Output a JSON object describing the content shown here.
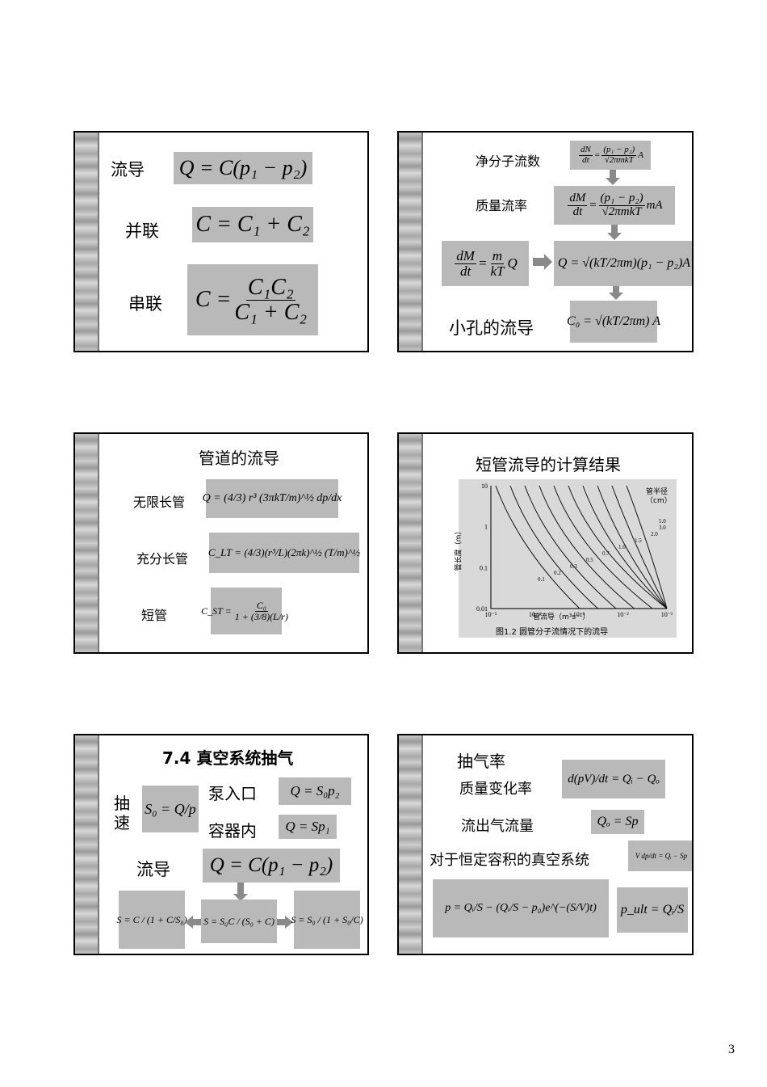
{
  "page_number": "3",
  "slide1": {
    "row1_label": "流导",
    "row1_formula": "Q = C(p₁ − p₂)",
    "row2_label": "并联",
    "row2_formula": "C = C₁ + C₂",
    "row3_label": "串联",
    "row3_lhs": "C =",
    "row3_num": "C₁C₂",
    "row3_den": "C₁ + C₂"
  },
  "slide2": {
    "label1": "净分子流数",
    "f1_lhs_num": "dN",
    "f1_lhs_den": "dt",
    "f1_num": "(p₁ − p₂)",
    "f1_den": "√2πmkT",
    "f1_tail": "A",
    "label2": "质量流率",
    "f2_lhs_num": "dM",
    "f2_lhs_den": "dt",
    "f2_num": "(p₁ − p₂)",
    "f2_den": "√2πmkT",
    "f2_tail": "mA",
    "f3_lhs_num": "dM",
    "f3_lhs_den": "dt",
    "f3_num": "m",
    "f3_den": "kT",
    "f3_tail": "Q",
    "f4": "Q = √(kT/2πm)(p₁ − p₂)A",
    "label5": "小孔的流导",
    "f5": "C₀ = √(kT/2πm) A"
  },
  "slide3": {
    "title": "管道的流导",
    "label1": "无限长管",
    "f1": "Q = (4/3) r³ (3πkT/m)^½ dp/dx",
    "label2": "充分长管",
    "f2": "C_LT = (4/3)(r³/L)(2πk)^½ (T/m)^½",
    "label3": "短管",
    "f3_lhs": "C_ST =",
    "f3_num": "C₀",
    "f3_den": "1 + (3/8)(L/r)"
  },
  "slide4": {
    "title": "短管流导的计算结果",
    "caption": "图1.2  圆管分子流情况下的流导",
    "xlabel": "管流导（m³s⁻¹）",
    "ylabel": "管长度（m）",
    "legend_title": "管半径",
    "legend_unit": "（cm）"
  },
  "chart_data": {
    "type": "line",
    "title": "短管流导的计算结果",
    "xlabel": "管流导（m³s⁻¹）",
    "ylabel": "管长度（m）",
    "x_ticks": [
      "10⁻⁵",
      "10⁻⁴",
      "10⁻³",
      "10⁻²",
      "10⁻¹"
    ],
    "y_ticks": [
      "10",
      "1",
      "0.1",
      "0.01"
    ],
    "log_x": true,
    "log_y": true,
    "series": [
      {
        "name": "0.1"
      },
      {
        "name": "0.2"
      },
      {
        "name": "0.3"
      },
      {
        "name": "0.5"
      },
      {
        "name": "0.7"
      },
      {
        "name": "1.0"
      },
      {
        "name": "1.5"
      },
      {
        "name": "2.0"
      },
      {
        "name": "3.0"
      },
      {
        "name": "5.0"
      }
    ]
  },
  "slide5": {
    "title": "7.4 真空系统抽气",
    "chou": "抽",
    "su": "速",
    "s0_formula": "S₀ = Q/p",
    "pump_label": "泵入口",
    "pump_formula": "Q = S₀p₂",
    "vessel_label": "容器内",
    "vessel_formula": "Q = Sp₁",
    "cond_label": "流导",
    "cond_formula": "Q = C(p₁ − p₂)",
    "b1": "S = C / (1 + C/S₀)",
    "b2": "S = S₀C / (S₀ + C)",
    "b3": "S = S₀ / (1 + S₀/C)"
  },
  "slide6": {
    "title": "抽气率",
    "label1": "质量变化率",
    "f1": "d(pV)/dt = Qᵢ − Qₒ",
    "label2": "流出气流量",
    "f2": "Qₒ = Sp",
    "label3": "对于恒定容积的真空系统",
    "f3": "V dp/dt = Qᵢ − Sp",
    "f4": "p = Qᵢ/S − (Qᵢ/S − p₀)e^(−(S/V)t)",
    "f5": "p_ult = Qᵢ/S"
  }
}
